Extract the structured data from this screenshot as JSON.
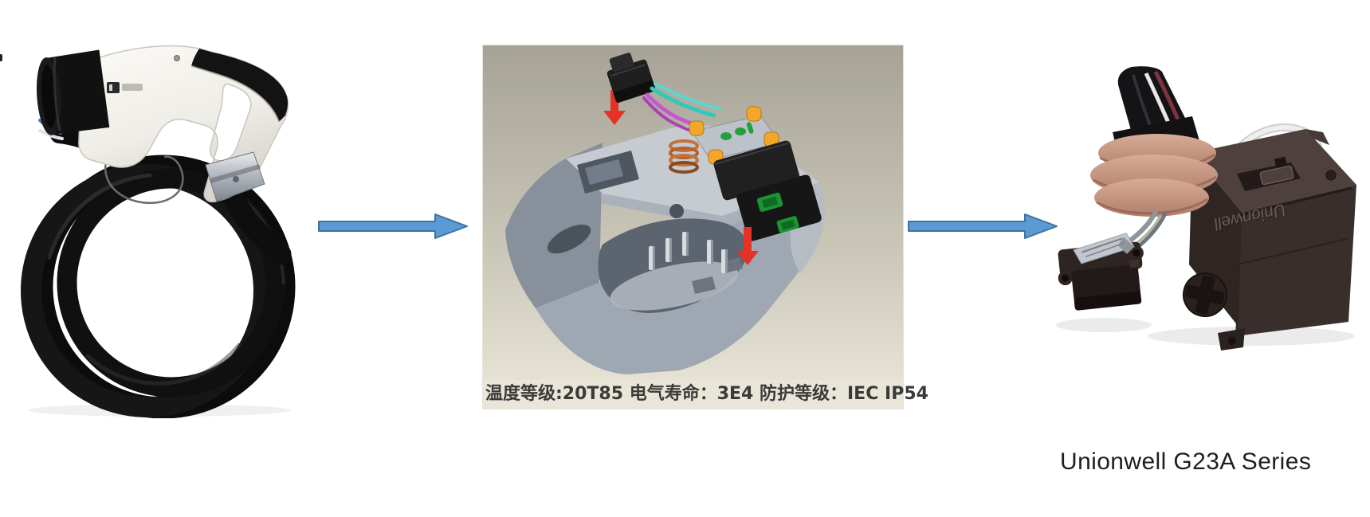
{
  "colors": {
    "page_bg": "#ffffff",
    "arrow_fill": "#5b9bd5",
    "arrow_stroke": "#41719c",
    "cad_bg_top": "#a6a396",
    "cad_bg_mid": "#c9c6b8",
    "cad_bg_bottom": "#ebe8da",
    "caption_bg": "#e9e6d9",
    "caption_text": "#3a3a38",
    "red_arrow": "#e63226",
    "label_text": "#1f1f1f"
  },
  "middle_image": {
    "caption": "温度等级:20T85 电气寿命：3E4 防护等级：IEC IP54"
  },
  "right_image": {
    "embossed_text": "Unionwell",
    "label": "Unionwell G23A Series"
  }
}
